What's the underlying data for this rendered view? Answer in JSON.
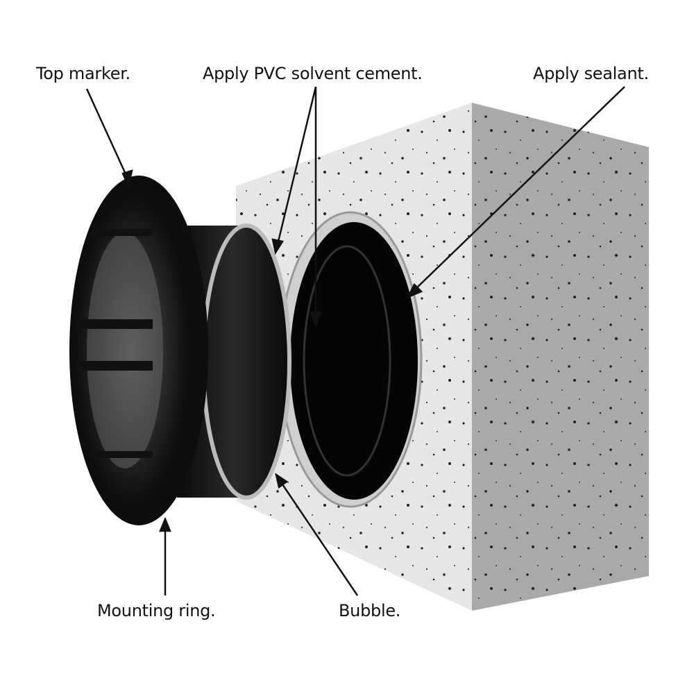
{
  "labels": {
    "top_marker": "Top marker.",
    "apply_pvc": "Apply PVC solvent cement.",
    "apply_sealant": "Apply sealant.",
    "mounting_ring": "Mounting ring.",
    "bubble": "Bubble."
  },
  "colors": {
    "concrete_front": "#e6e6e6",
    "concrete_side": "#a9a9a9",
    "fitting": "#111111",
    "seal": "#c8c8c8"
  }
}
